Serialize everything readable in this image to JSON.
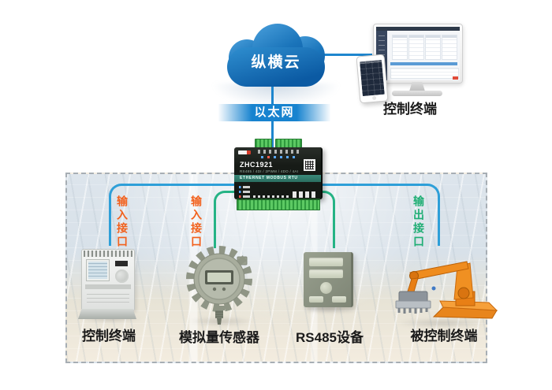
{
  "colors": {
    "cloud_blue_dark": "#0b58a4",
    "cloud_blue_light": "#4aa0dc",
    "straight_link_blue": "#1e86ce",
    "wire_blue": "#2e9fd8",
    "wire_green": "#25b385",
    "label_orange": "#f2611d",
    "label_green": "#1fae74",
    "gateway_band_teal": "#2f7a6b",
    "terminal_green": "#3fae49"
  },
  "cloud": {
    "label": "纵横云"
  },
  "ethernet": {
    "label": "以太网"
  },
  "control_station": {
    "label": "控制终端"
  },
  "gateway": {
    "model": "ZHC1921",
    "spec": "RS485 / 4DI / 2PWM / 4DO / 4AI",
    "band": "ETHERNET MODBUS RTU"
  },
  "connectors": {
    "input_left": "输入接口",
    "input_mid": "输入接口",
    "output": "输出接口"
  },
  "field_devices": [
    {
      "label": "控制终端"
    },
    {
      "label": "模拟量传感器"
    },
    {
      "label": "RS485设备"
    },
    {
      "label": "被控制终端"
    }
  ]
}
